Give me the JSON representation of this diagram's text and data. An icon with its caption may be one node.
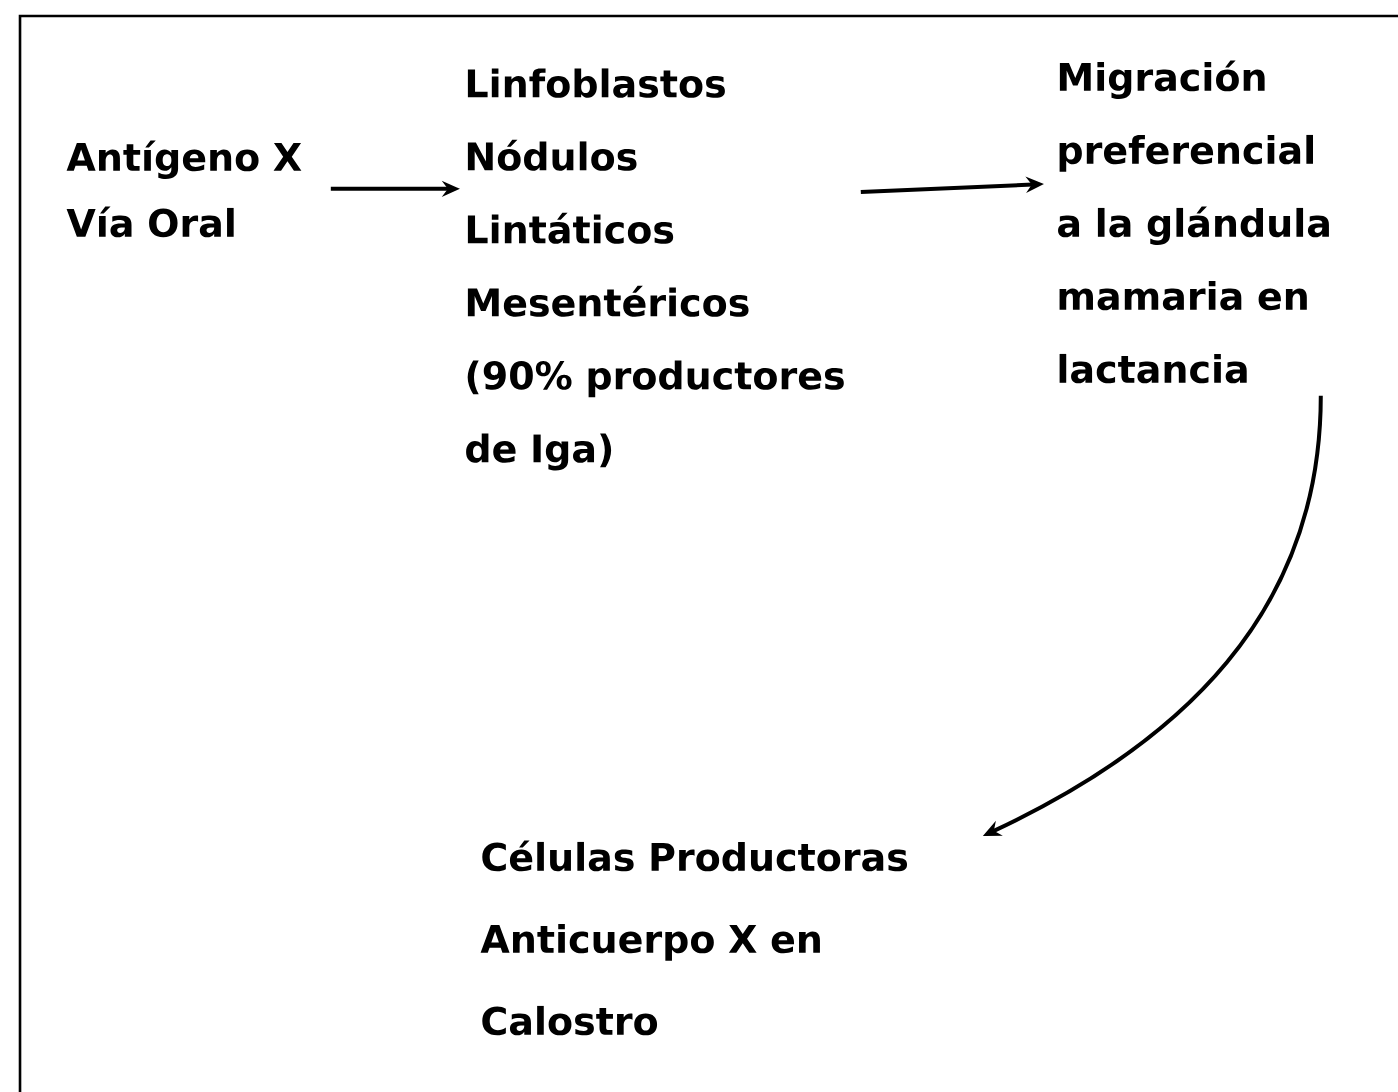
{
  "diagram": {
    "nodes": [
      {
        "text": [
          "Antígeno X Vía Oral"
        ]
      },
      {
        "text": [
          "Linfoblastos Nódulos Lintáticos Mesentéricos (90% productores de Iga)"
        ]
      },
      {
        "text": [
          "Migración preferencial a la glándula mamaria en lactancia"
        ]
      },
      {
        "text": [
          "Células Productoras Anticuerpo X en Calostro"
        ]
      }
    ],
    "edges": [
      {
        "from": 0,
        "to": 1,
        "arrow": "to"
      },
      {
        "from": 1,
        "to": 2,
        "arrow": "to"
      },
      {
        "from": 2,
        "to": 3,
        "arrow": "to"
      }
    ]
  }
}
